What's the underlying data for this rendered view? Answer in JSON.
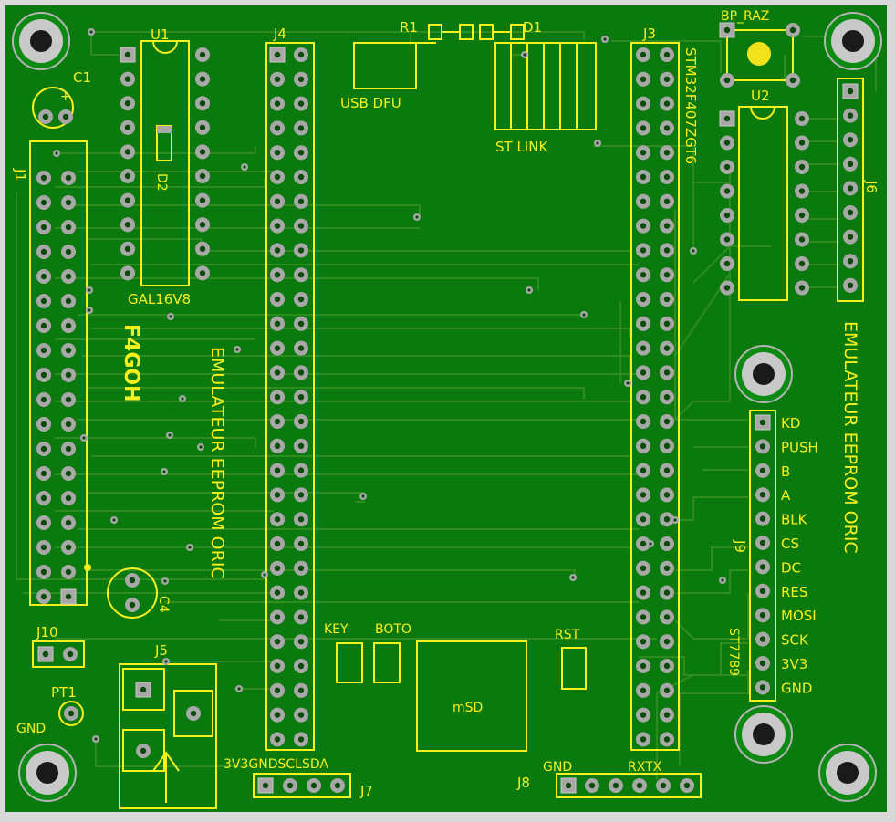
{
  "colors": {
    "board": "#0a7a0f",
    "board_edge": "#d9d9d9",
    "trace": "#2f8c1e",
    "silkscreen": "#f5f01e",
    "pad": "#a8a8a8",
    "hole": "#0b4a0b"
  },
  "components": {
    "u1": "U1",
    "u2": "U2",
    "u1_part": "GAL16V8",
    "j1": "J1",
    "j3": "J3",
    "j4": "J4",
    "j5": "J5",
    "j6": "J6",
    "j7": "J7",
    "j8": "J8",
    "j9": "J9",
    "j10": "J10",
    "c1": "C1",
    "c4": "C4",
    "d1": "D1",
    "d2": "D2",
    "r1": "R1",
    "pt1": "PT1",
    "bp_raz": "BP_RAZ",
    "mcu": "STM32F407ZGT6",
    "display": "ST7789",
    "usb_dfu": "USB DFU",
    "st_link": "ST LINK",
    "key": "KEY",
    "boto": "BOTO",
    "rst": "RST",
    "msd": "mSD",
    "gnd_label": "GND"
  },
  "board_titles": {
    "title_vertical_left": "EMULATEUR EEPROM ORIC",
    "title_vertical_right": "EMULATEUR EEPROM ORIC",
    "author": "F4GOH"
  },
  "j7_pins": "3V3GNDSCLSDA",
  "j8_labels": {
    "gnd": "GND",
    "rxtx": "RXTX"
  },
  "j9_pins": [
    "KD",
    "PUSH",
    "B",
    "A",
    "BLK",
    "CS",
    "DC",
    "RES",
    "MOSI",
    "SCK",
    "3V3",
    "GND"
  ],
  "icons": {
    "mounting_hole": "mounting-hole-icon",
    "pad": "pad-icon",
    "via": "via-icon",
    "notch": "ic-notch-icon"
  }
}
